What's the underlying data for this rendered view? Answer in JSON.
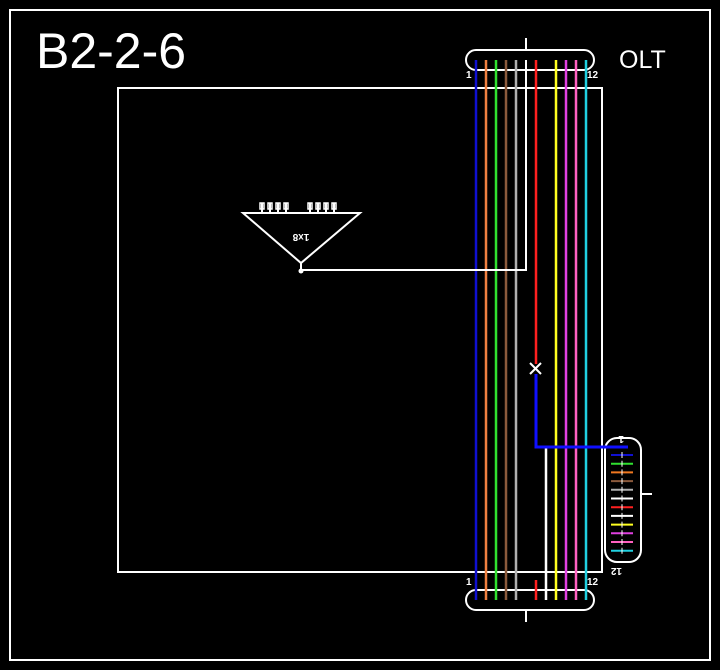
{
  "title": "B2-2-6",
  "olt_label": "OLT",
  "splitter_label": "1x8",
  "top_connector": {
    "left_index": "1",
    "right_index": "12"
  },
  "bottom_connector": {
    "left_index": "1",
    "right_index": "12"
  },
  "side_connector": {
    "top_index": "1",
    "bottom_index": "12"
  },
  "fiber_colors": [
    "#1010d0",
    "#30e030",
    "#f07820",
    "#8b5a3c",
    "#b0b0b0",
    "#ffffff",
    "#ff2020",
    "#202020",
    "#ffff20",
    "#e040e0",
    "#ff60c0",
    "#20d0e0"
  ],
  "colors": {
    "background": "#000000",
    "frame": "#ffffff",
    "blue_path": "#1010ff",
    "red_path": "#ff2020"
  }
}
